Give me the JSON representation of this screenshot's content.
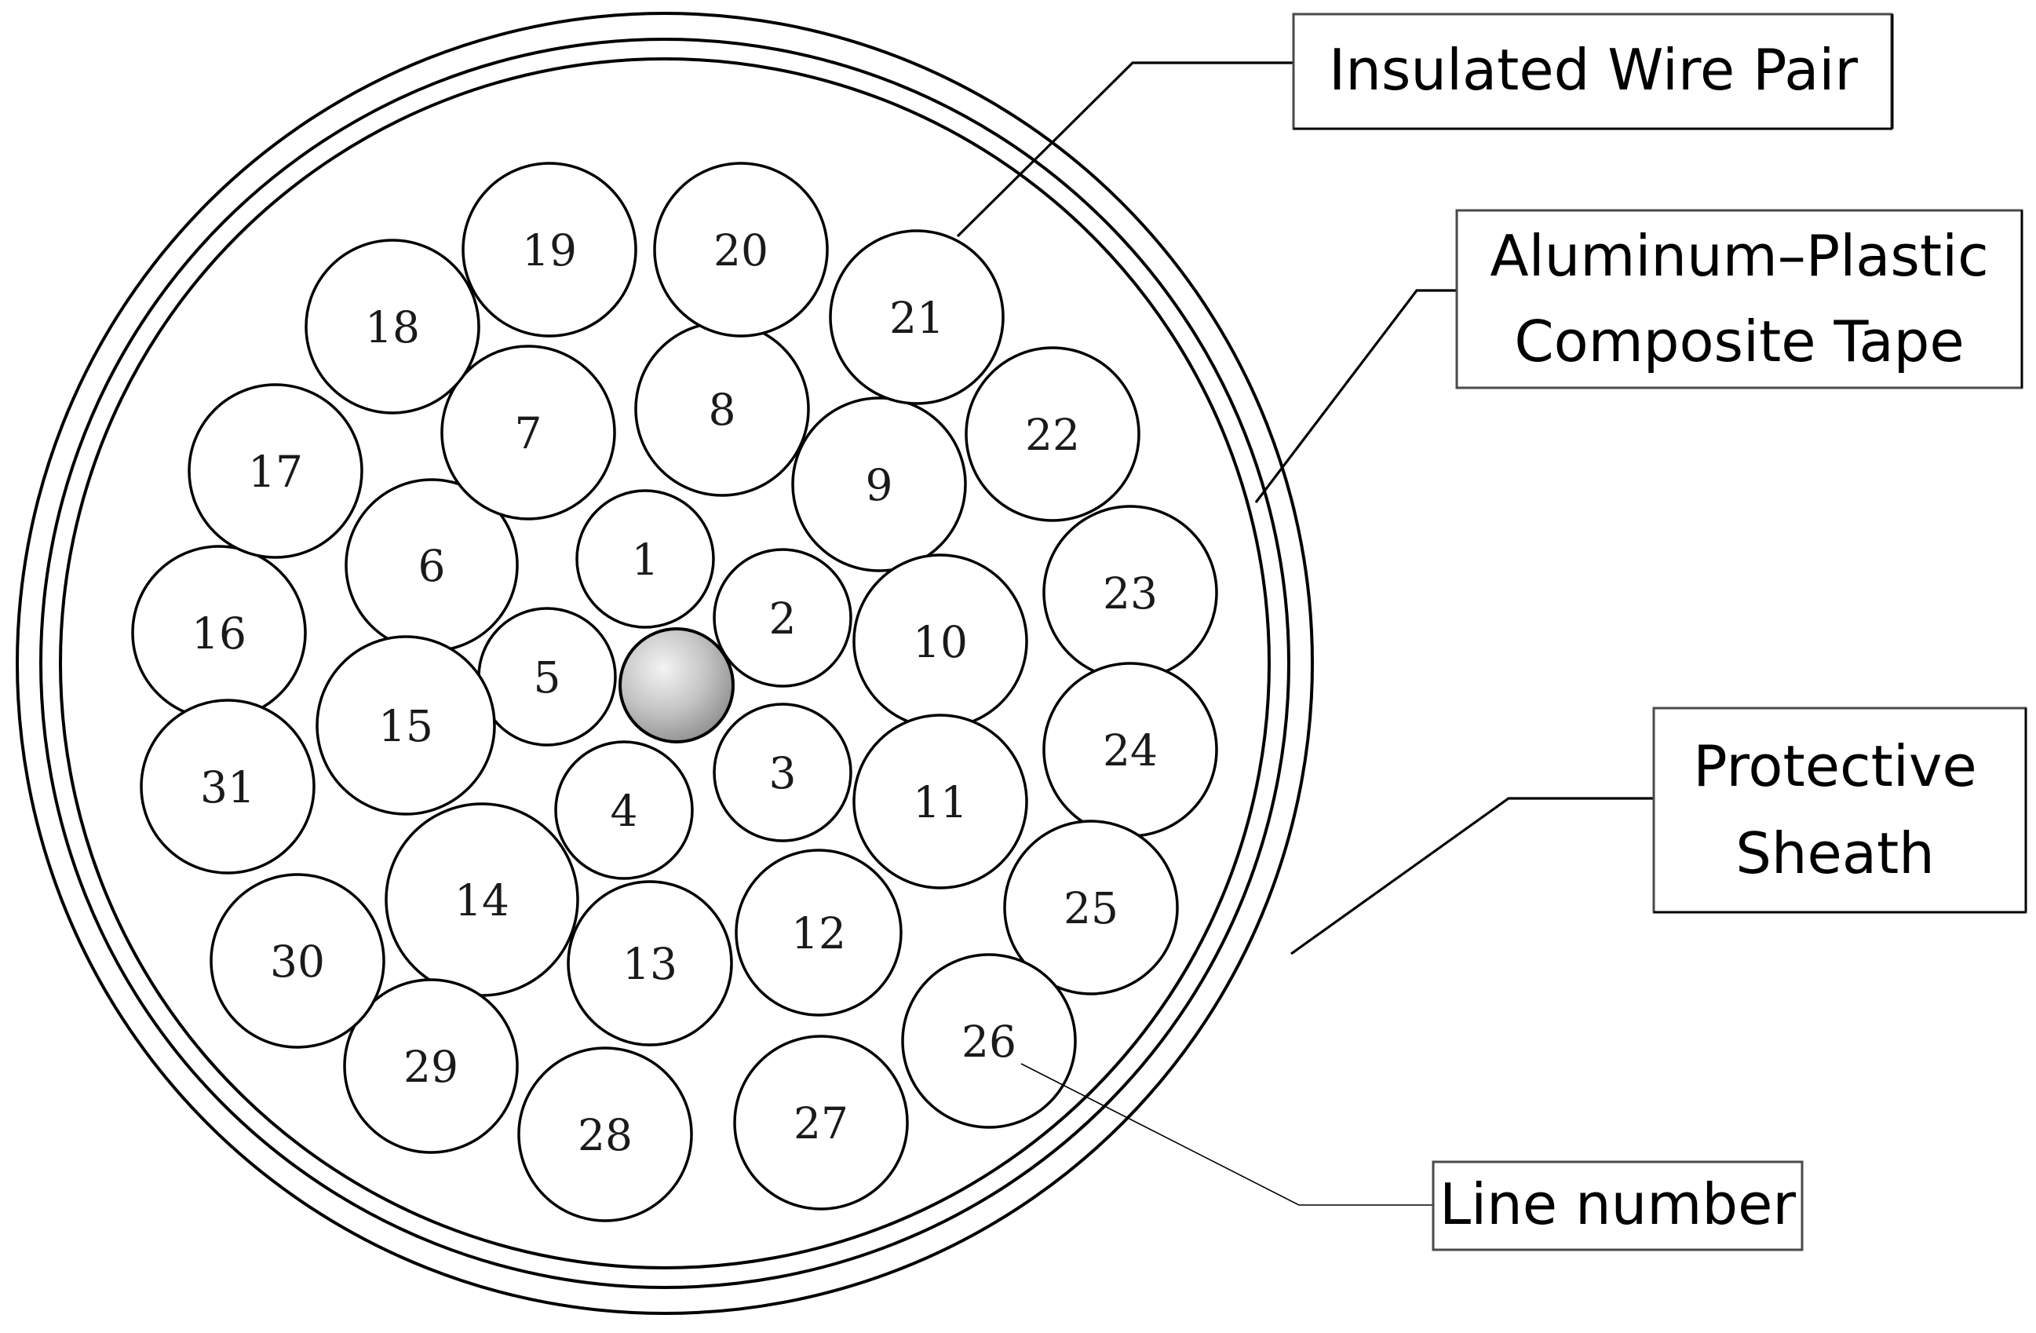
{
  "diagram": {
    "callouts": {
      "wire_pair": {
        "lines": [
          "Insulated Wire Pair"
        ]
      },
      "tape": {
        "lines": [
          "Aluminum–Plastic",
          "Composite Tape"
        ]
      },
      "sheath": {
        "lines": [
          "Protective",
          "Sheath"
        ]
      },
      "line_number": {
        "lines": [
          "Line number"
        ]
      }
    },
    "wire_pairs": [
      "1",
      "2",
      "3",
      "4",
      "5",
      "6",
      "7",
      "8",
      "9",
      "10",
      "11",
      "12",
      "13",
      "14",
      "15",
      "16",
      "17",
      "18",
      "19",
      "20",
      "21",
      "22",
      "23",
      "24",
      "25",
      "26",
      "27",
      "28",
      "29",
      "30",
      "31"
    ]
  }
}
